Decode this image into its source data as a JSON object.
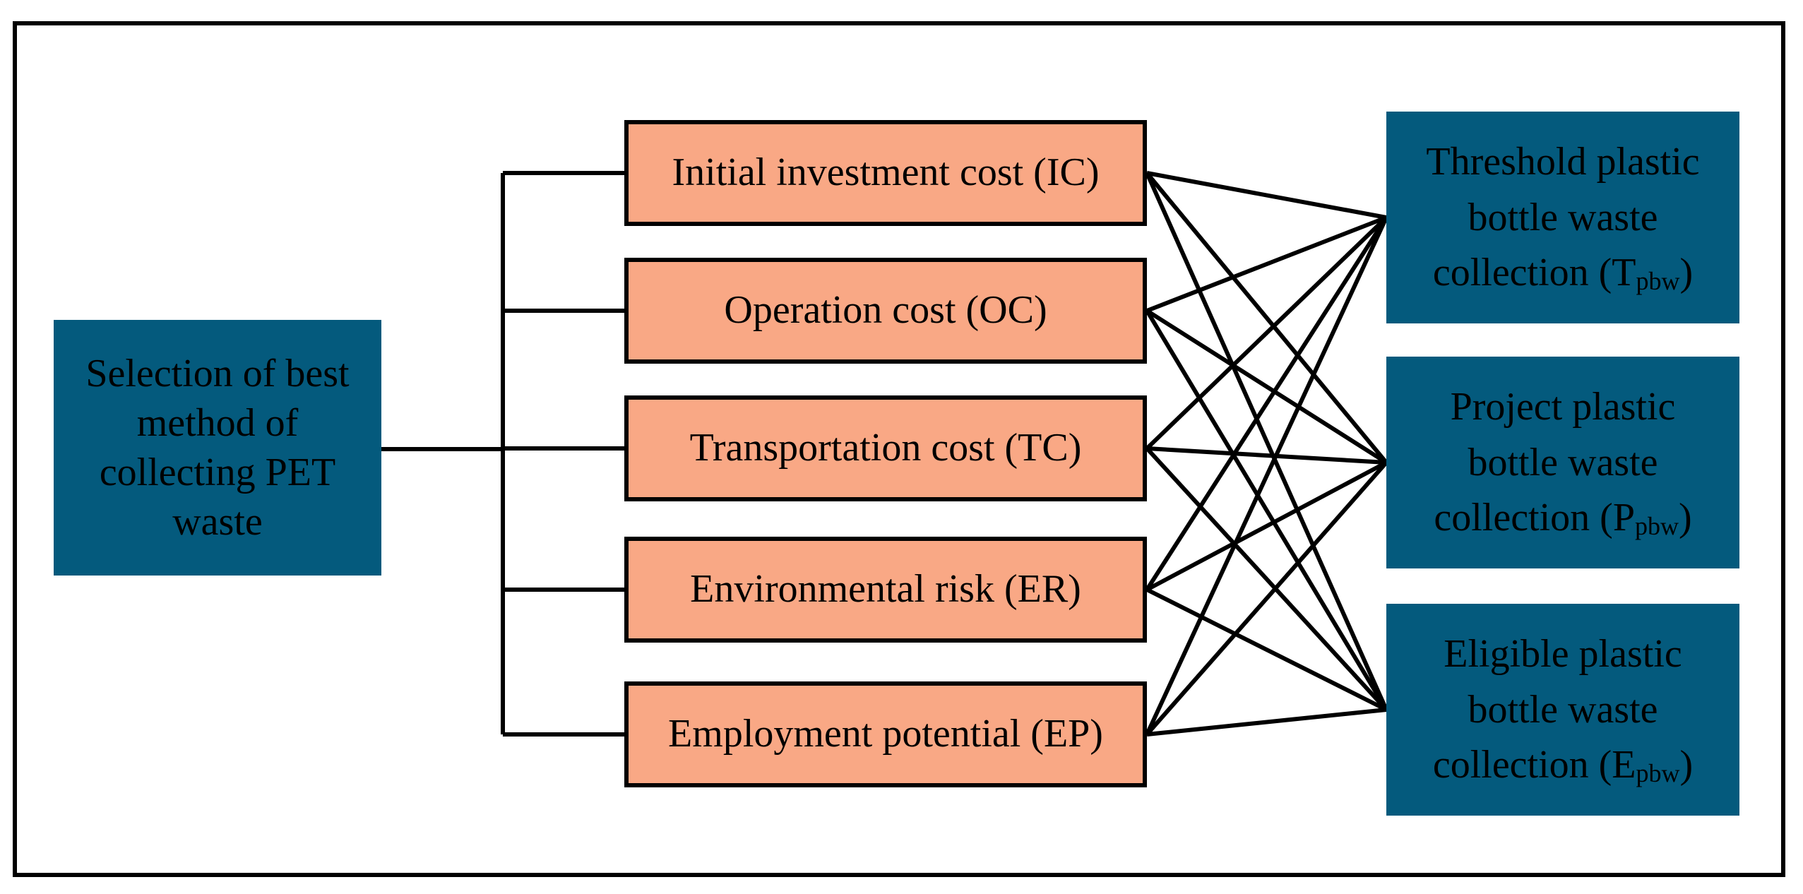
{
  "colors": {
    "goal_fill": "#045a7d",
    "criteria_fill": "#f9a885",
    "alternative_fill": "#045a7d",
    "line": "#000000"
  },
  "goal": {
    "label": "Selection of best method of collecting PET waste"
  },
  "criteria": [
    {
      "label": "Initial investment cost (IC)"
    },
    {
      "label": "Operation cost (OC)"
    },
    {
      "label": "Transportation cost (TC)"
    },
    {
      "label": "Environmental risk (ER)"
    },
    {
      "label": "Employment potential (EP)"
    }
  ],
  "alternatives": [
    {
      "label": "Threshold plastic bottle waste collection (T",
      "subscript": "pbw",
      "suffix": ")"
    },
    {
      "label": "Project plastic bottle waste collection (P",
      "subscript": "pbw",
      "suffix": ")"
    },
    {
      "label": "Eligible plastic bottle waste collection (E",
      "subscript": "pbw",
      "suffix": ")"
    }
  ]
}
